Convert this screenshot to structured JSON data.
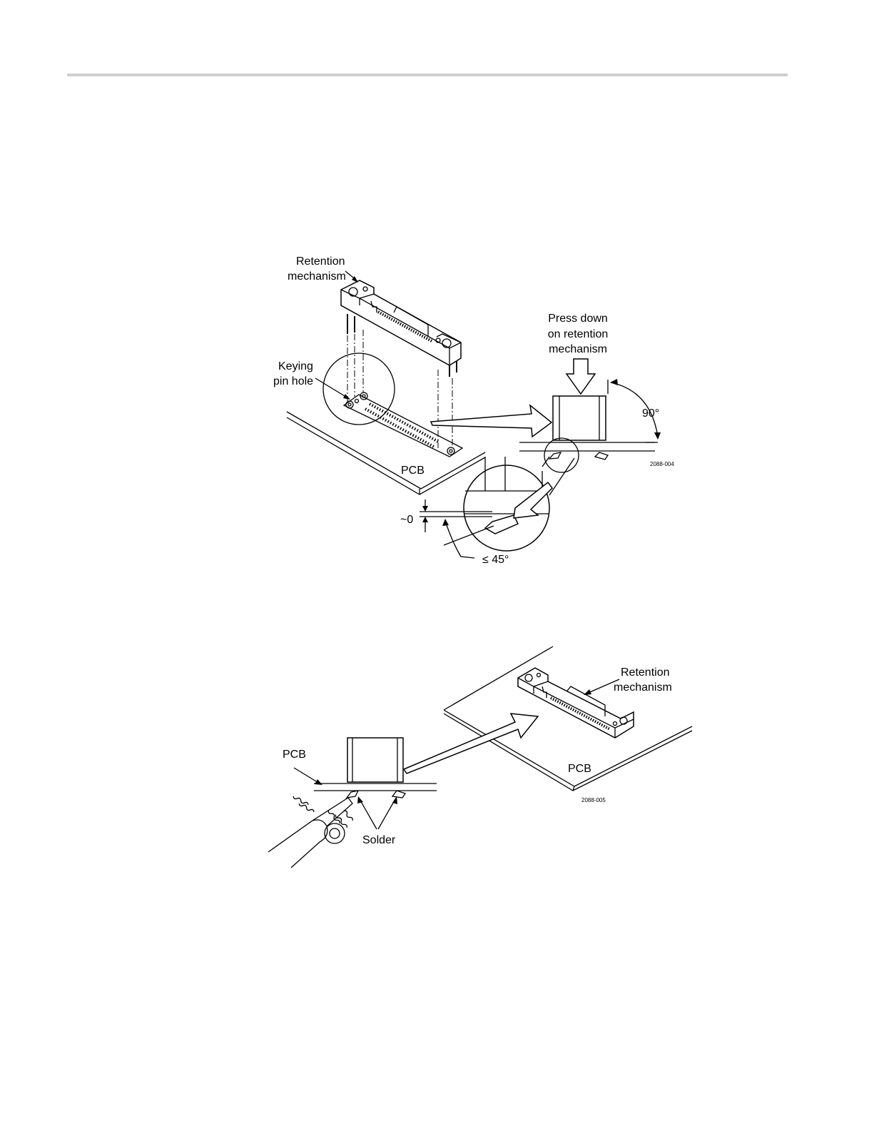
{
  "figure1": {
    "label_retention_line1": "Retention",
    "label_retention_line2": "mechanism",
    "label_keying_line1": "Keying",
    "label_keying_line2": "pin hole",
    "label_press_line1": "Press down",
    "label_press_line2": "on retention",
    "label_press_line3": "mechanism",
    "label_angle_90": "90°",
    "label_pcb": "PCB",
    "label_gap": "~0",
    "label_angle_45": "≤ 45°",
    "figure_id": "2088-004"
  },
  "figure2": {
    "label_retention_line1": "Retention",
    "label_retention_line2": "mechanism",
    "label_pcb_left": "PCB",
    "label_pcb_right": "PCB",
    "label_solder": "Solder",
    "figure_id": "2088-005"
  }
}
